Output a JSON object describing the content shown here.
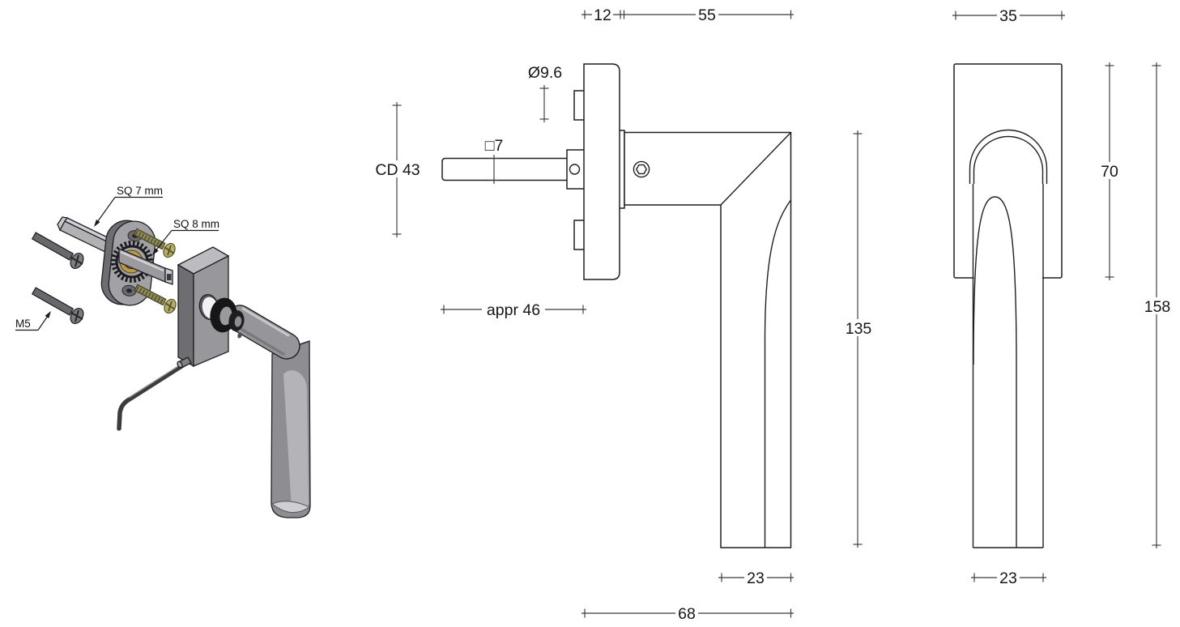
{
  "page": {
    "background": "#ffffff"
  },
  "colors": {
    "outline": "#1f1f1f",
    "dimension_lines": "#3a3a3a",
    "text": "#161616",
    "metal_light": "#c6c6ca",
    "metal_mid": "#9a9a9e",
    "metal_dark": "#6e6e72",
    "screw_dark_gray": "#68686c",
    "tapping_screw_olive": "#a8a468",
    "brass_bush": "#bd9a42",
    "o_ring_black": "#161618",
    "allen_key": "#3c3c40"
  },
  "exploded_view": {
    "labels": {
      "spindle": "SQ 7 mm",
      "adapter": "SQ 8 mm",
      "machine_screws": "M5"
    }
  },
  "side_view": {
    "dims": {
      "rose_depth": "12",
      "neck_to_grip": "55",
      "clip_diameter": "Ø9.6",
      "spindle_square": "□7",
      "center_distance": "CD 43",
      "spindle_length": "appr 46",
      "handle_height": "135",
      "grip_width": "23",
      "total_projection": "68"
    }
  },
  "front_view": {
    "dims": {
      "rose_width": "35",
      "rose_height": "70",
      "total_length": "158",
      "grip_width": "23"
    }
  }
}
